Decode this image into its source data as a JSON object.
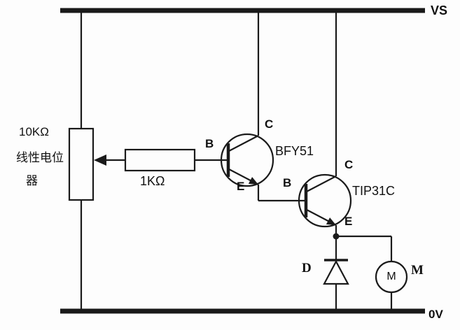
{
  "colors": {
    "line": "#1a1a1a",
    "text": "#111111",
    "background": "#fdfdfd"
  },
  "rails": {
    "top": "VS",
    "bottom": "0V"
  },
  "potentiometer": {
    "value": "10KΩ",
    "desc1": "线性电位",
    "desc2": "器"
  },
  "resistor": {
    "value": "1KΩ"
  },
  "transistor_q1": {
    "part": "BFY51",
    "pin_b": "B",
    "pin_c": "C",
    "pin_e": "E"
  },
  "transistor_q2": {
    "part": "TIP31C",
    "pin_b": "B",
    "pin_c": "C",
    "pin_e": "E"
  },
  "diode": {
    "ref": "D"
  },
  "motor": {
    "symbol": "M",
    "ref": "M"
  }
}
